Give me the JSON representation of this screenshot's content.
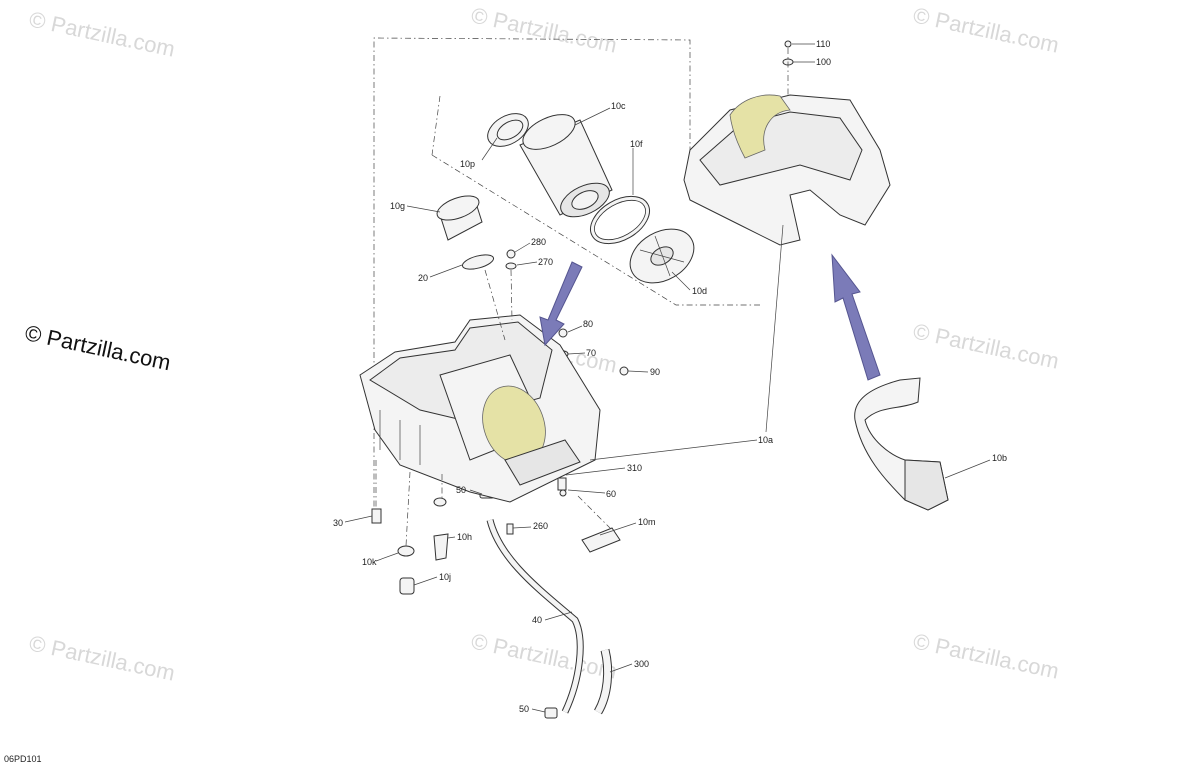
{
  "watermark": {
    "main_text": "© Partzilla.com",
    "tile_text": "© Partzilla.com"
  },
  "figure_id": "06PD101",
  "callouts": {
    "c110": "110",
    "c100": "100",
    "c10c": "10c",
    "c10f": "10f",
    "c10p": "10p",
    "c10g": "10g",
    "c280": "280",
    "c270": "270",
    "c20": "20",
    "c10d": "10d",
    "c80": "80",
    "c70": "70",
    "c90": "90",
    "c10a": "10a",
    "c10b": "10b",
    "c310": "310",
    "c50a": "50",
    "c60": "60",
    "c10m": "10m",
    "c260": "260",
    "c30": "30",
    "c10h": "10h",
    "c10k": "10k",
    "c10j": "10j",
    "c40": "40",
    "c300": "300",
    "c50b": "50"
  },
  "colors": {
    "arrow": "#7b7bb8",
    "highlight": "#e5e2a6",
    "line": "#333333",
    "watermark": "#d8d8d8"
  }
}
